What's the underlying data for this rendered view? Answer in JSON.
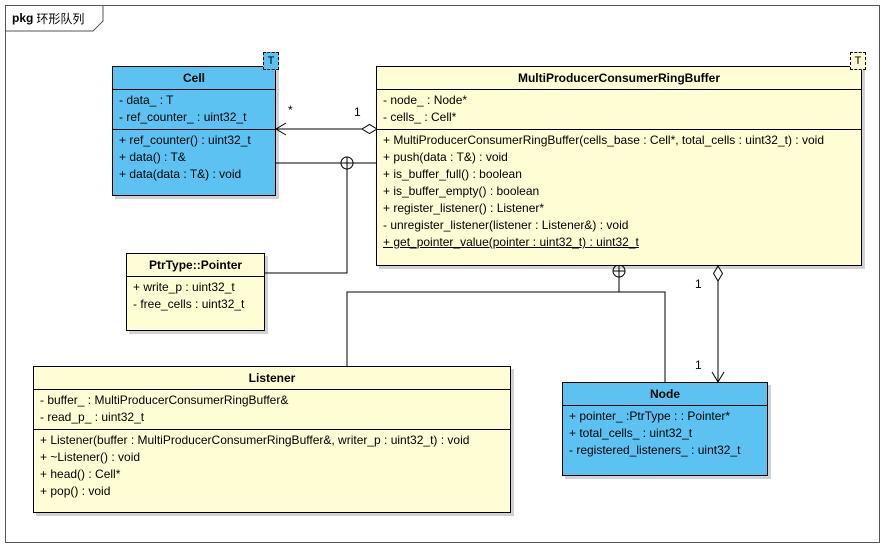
{
  "package": {
    "keyword": "pkg",
    "name": "环形队列"
  },
  "classes": {
    "cell": {
      "name": "Cell",
      "template_param": "T",
      "attributes": [
        "- data_ : T",
        "- ref_counter_ : uint32_t"
      ],
      "operations": [
        "+ ref_counter() : uint32_t",
        "+ data() : T&",
        "+ data(data : T&) : void"
      ]
    },
    "ring_buffer": {
      "name": "MultiProducerConsumerRingBuffer",
      "template_param": "T",
      "attributes": [
        "- node_ : Node*",
        "- cells_ : Cell*"
      ],
      "operations": [
        "+ MultiProducerConsumerRingBuffer(cells_base : Cell*, total_cells : uint32_t) : void",
        "+ push(data : T&) : void",
        "+ is_buffer_full() : boolean",
        "+ is_buffer_empty() : boolean",
        "+ register_listener() : Listener*",
        "- unregister_listener(listener : Listener&) : void",
        "+ get_pointer_value(pointer : uint32_t) : uint32_t"
      ]
    },
    "pointer": {
      "name": "PtrType::Pointer",
      "attributes": [
        "+ write_p : uint32_t",
        "- free_cells : uint32_t"
      ]
    },
    "listener": {
      "name": "Listener",
      "attributes": [
        "- buffer_ : MultiProducerConsumerRingBuffer&",
        "- read_p_ : uint32_t"
      ],
      "operations": [
        "+ Listener(buffer : MultiProducerConsumerRingBuffer&, writer_p : uint32_t) : void",
        "+ ~Listener() : void",
        "+ head() : Cell*",
        "+ pop() : void"
      ]
    },
    "node": {
      "name": "Node",
      "attributes": [
        "+ pointer_ :PtrType : : Pointer*",
        "+ total_cells_ : uint32_t",
        "- registered_listeners_ : uint32_t"
      ]
    }
  },
  "multiplicities": {
    "cells_target": "*",
    "cells_source": "1",
    "node_source": "1",
    "node_target": "1"
  },
  "colors": {
    "yellow_fill": "#fffdd4",
    "blue_fill": "#5bc2f2",
    "line": "#000000"
  }
}
